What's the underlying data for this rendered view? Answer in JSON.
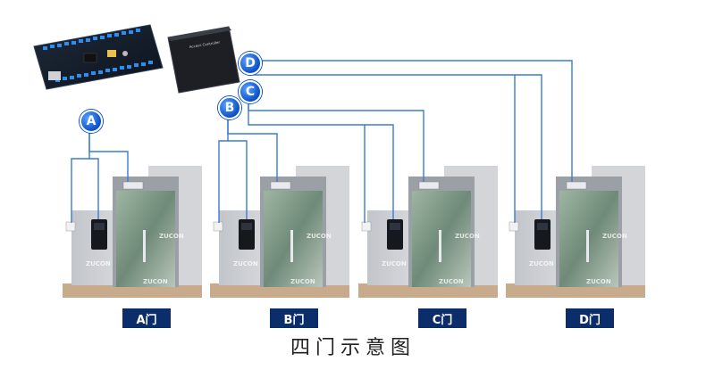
{
  "caption": "四门示意图",
  "nodes": [
    "A",
    "B",
    "C",
    "D"
  ],
  "doors": [
    {
      "label": "A门",
      "brand": "ZUCON"
    },
    {
      "label": "B门",
      "brand": "ZUCON"
    },
    {
      "label": "C门",
      "brand": "ZUCON"
    },
    {
      "label": "D门",
      "brand": "ZUCON"
    }
  ],
  "controller_box_text": "Access Controller",
  "colors": {
    "wire": "#3a7bd5",
    "node": "#0a4fc8",
    "label_bg": "#0b2e6b",
    "wall": "#c9ccd1",
    "floor": "#c7ab8c"
  }
}
